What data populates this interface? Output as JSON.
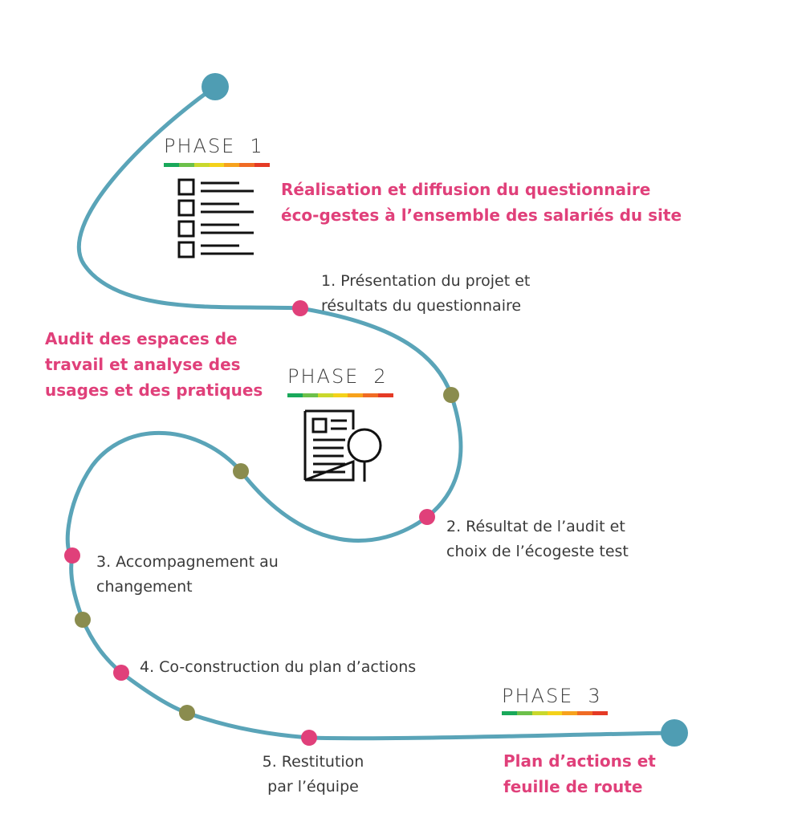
{
  "phases": [
    {
      "label": "PHASE",
      "number": "1"
    },
    {
      "label": "PHASE",
      "number": "2"
    },
    {
      "label": "PHASE",
      "number": "3"
    }
  ],
  "phase_descriptions": {
    "phase1": [
      "Réalisation et diffusion du questionnaire",
      "éco-gestes à l’ensemble des salariés du site"
    ],
    "phase2": [
      "Audit des espaces de",
      "travail et analyse des",
      "usages et des pratiques"
    ],
    "phase3": [
      "Plan d’actions et",
      "feuille de route"
    ]
  },
  "steps": [
    [
      "1. Présentation du projet et",
      "résultats du questionnaire"
    ],
    [
      "2. Résultat de l’audit et",
      "choix de l’écogeste test"
    ],
    [
      "3. Accompagnement au",
      "changement"
    ],
    [
      "4. Co-construction du plan d’actions"
    ],
    [
      "5. Restitution",
      "par l’équipe"
    ]
  ],
  "colors": {
    "path": "#5aa4b8",
    "endpoint": "#4f9db3",
    "pink": "#e0407a",
    "olive": "#8a8c4e",
    "text": "#3a3a3a",
    "gradient": [
      "#19a85a",
      "#6cc04a",
      "#c9d82c",
      "#f4d21a",
      "#f7a21c",
      "#f06b24",
      "#e53a25"
    ]
  },
  "icons": {
    "phase1": "checklist-icon",
    "phase2": "document-magnifier-icon"
  }
}
